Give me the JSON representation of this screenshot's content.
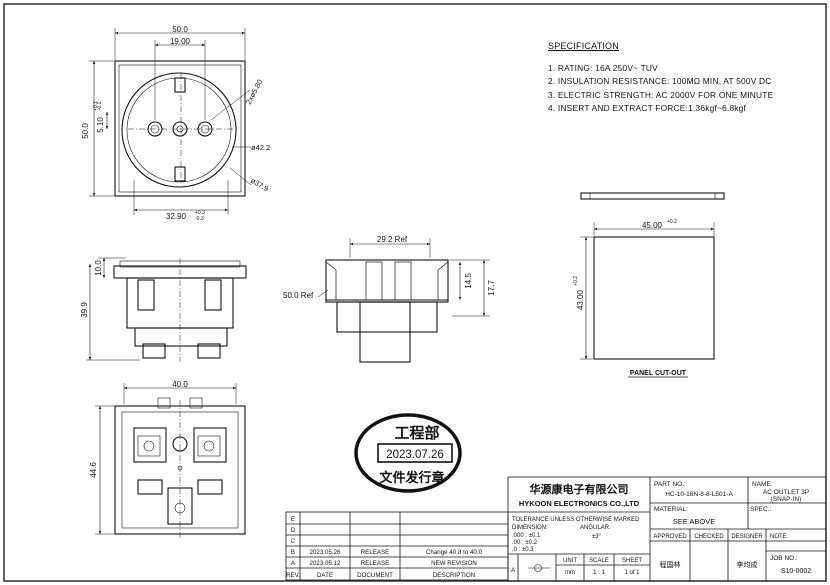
{
  "dims": {
    "top_width": "50.0",
    "pin_spacing": "19.00",
    "side_height": "50.0",
    "offset": "5.10",
    "offset_tol_hi": "+0.1",
    "offset_tol_lo": "-0.1",
    "pin_dia": "2xø5.80",
    "dia_outer": "ø42.2",
    "dia_inner": "ø37.9",
    "bottom_width": "32.90",
    "bottom_tol_hi": "+0.3",
    "bottom_tol_lo": "-0.3",
    "mid_width": "29.2 Ref",
    "flange_height": "10.0",
    "body_height": "39.9",
    "ref_width": "50.0 Ref",
    "h14": "14.5",
    "h17": "17.7",
    "rear_width": "40.0",
    "rear_height": "44.6",
    "panel_w": "45.00",
    "panel_w_tol": "+0.2",
    "panel_h": "43.00",
    "panel_h_tol": "+0.2",
    "panel_label": "PANEL CUT-OUT"
  },
  "spec": {
    "title": "SPECIFICATION",
    "items": [
      "1. RATING: 16A 250V~   TUV",
      "2. INSULATION RESISTANCE: 100MΩ MIN, AT 500V DC",
      "3. ELECTRIC STRENGTH: AC 2000V FOR ONE MINUTE",
      "4. INSERT AND EXTRACT FORCE:1.36kgf~6.8kgf"
    ]
  },
  "stamp": {
    "line1": "工程部",
    "date": "2023.07.26",
    "line2": "文件发行章"
  },
  "title_block": {
    "company_cn": "华源康电子有限公司",
    "company_en": "HYKOON ELECTRONICS CO.,LTD",
    "part_no_label": "PART NO.:",
    "part_no": "HC-10-16N-8-8-L501-A",
    "name_label": "NAME:",
    "name_1": "AC OUTLET 3P",
    "name_2": "(SNAP-IN)",
    "tolerance_title": "TOLERANCE UNLESS OTHERWISE MARKED",
    "dimension_label": "DIMENSION:",
    "angular_label": "ANGULAR:",
    "tol_rows": [
      ".000  : ±0.1",
      ".00   : ±0.2",
      ".0    : ±0.3"
    ],
    "angular_value": "±3°",
    "material_label": "MATERIAL:",
    "material_value": "SEE ABOVE",
    "spec_label": "SPEC.:",
    "approved_label": "APPROVED",
    "checked_label": "CHECKED",
    "designer_label": "DESIGNER",
    "note_label": "NOTE:",
    "approved_name": "程国林",
    "designer_name": "李均成",
    "unit_label": "UNIT",
    "unit_value": "mm",
    "scale_label": "SCALE",
    "scale_value": "1 : 1",
    "sheet_label": "SHEET",
    "sheet_value": "1 of 1",
    "job_label": "JOB NO.:",
    "job_value": "S10-0002"
  },
  "revisions": {
    "letters": [
      "E",
      "D",
      "C",
      "B",
      "A"
    ],
    "rows": [
      {
        "rev": "B",
        "date": "2023.05.26",
        "doc": "RELEASE",
        "desc": "Change 40.8 to 40.0"
      },
      {
        "rev": "A",
        "date": "2023.05.12",
        "doc": "RELEASE",
        "desc": "NEW REVISION"
      }
    ],
    "headers": {
      "rev": "REV.",
      "date": "DATE",
      "doc": "DOCUMENT",
      "desc": "DESCRIPTION"
    }
  },
  "colors": {
    "ink": "#111111",
    "frame": "#222222"
  }
}
